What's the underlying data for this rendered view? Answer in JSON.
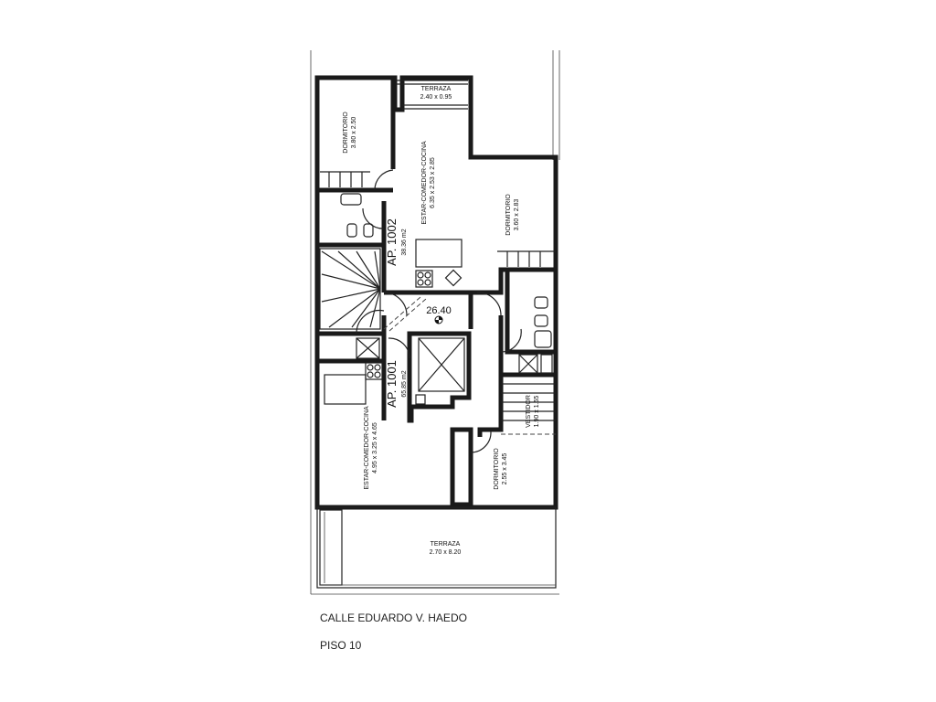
{
  "plan": {
    "rooms": {
      "terraza_top": {
        "name": "TERRAZA",
        "dims": "2.40 x 0.95"
      },
      "dormitorio_1002": {
        "name": "DORMITORIO",
        "dims": "3.80 x 2.50"
      },
      "estar_1002": {
        "name": "ESTAR-COMEDOR-COCINA",
        "dims": "6.35 x 2.53 x 2.85"
      },
      "dormitorio_right": {
        "name": "DORMITORIO",
        "dims": "3.60 x 2.83"
      },
      "estar_1001": {
        "name": "ESTAR-COMEDOR-COCINA",
        "dims": "4.95 x 3.25 x 4.65"
      },
      "vestidor": {
        "name": "VESTIDOR",
        "dims": "1.90 x 1.55"
      },
      "dormitorio_1001": {
        "name": "DORMITORIO",
        "dims": "2.55 x 3.45"
      },
      "terraza_bottom": {
        "name": "TERRAZA",
        "dims": "2.70 x 8.20"
      }
    },
    "units": [
      {
        "name": "AP. 1002",
        "area": "38.36 m2"
      },
      {
        "name": "AP. 1001",
        "area": "65.85 m2"
      }
    ],
    "level_mark": "26.40"
  },
  "footer": {
    "street": "CALLE EDUARDO V. HAEDO",
    "floor": "PISO 10"
  }
}
